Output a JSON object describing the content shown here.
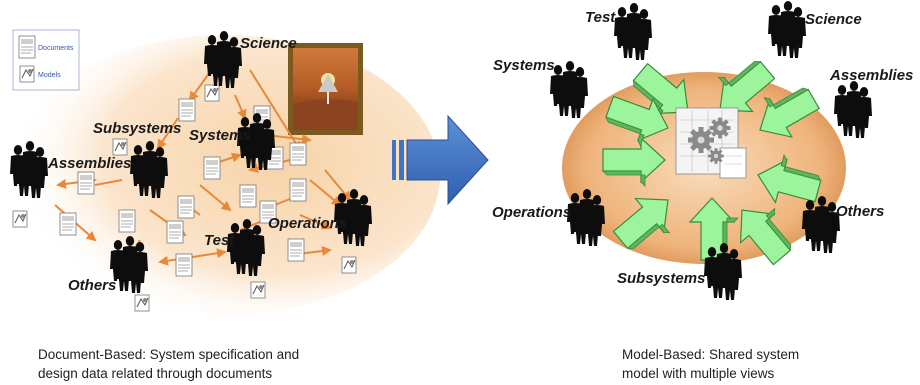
{
  "legend": {
    "documents": "Documents",
    "models": "Models"
  },
  "left": {
    "labels": {
      "science": "Science",
      "subsystems": "Subsystems",
      "systems": "Systems",
      "assemblies": "Assemblies",
      "operations": "Operations",
      "test": "Test",
      "others": "Others"
    },
    "caption_line1": "Document-Based: System specification and",
    "caption_line2": "design data related through documents"
  },
  "right": {
    "labels": {
      "test": "Test",
      "science": "Science",
      "systems": "Systems",
      "assemblies": "Assemblies",
      "operations": "Operations",
      "others": "Others",
      "subsystems": "Subsystems"
    },
    "caption_line1": "Model-Based: Shared system",
    "caption_line2": "model with multiple views"
  },
  "colors": {
    "blob": "#f2c79a",
    "arrow_orange": "#e8893a",
    "arrow_blue": "#3f73c4",
    "arrow_green": "#9cf59c",
    "people": "#0d0d0d"
  }
}
